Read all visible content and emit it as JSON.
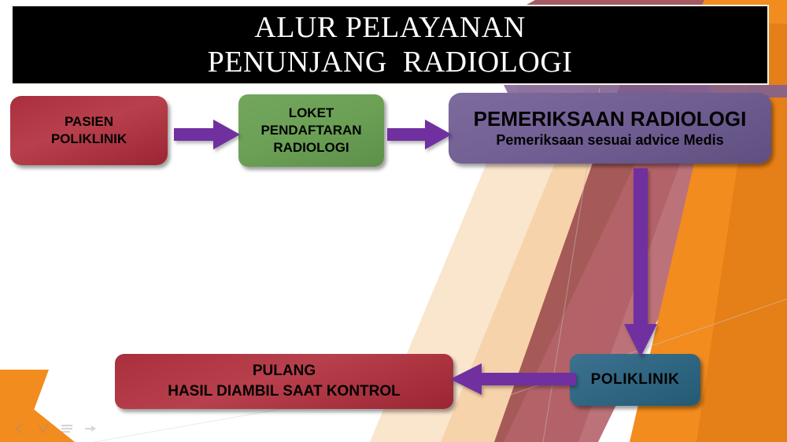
{
  "slide": {
    "title": {
      "line1": "ALUR PELAYANAN",
      "line2": "PENUNJANG  RADIOLOGI"
    },
    "background_colors": {
      "page": "#ffffff",
      "title_fill": "#000000",
      "title_border": "#f7f3ea",
      "title_text": "#ffffff",
      "orange": "#f28c1e",
      "orange_dark": "#e07b16",
      "mauve": "#a45a63",
      "brown_red": "#9d4f4f",
      "rose": "#b5636a",
      "peach": "#f7d3ab",
      "peach_light": "#fae5cd",
      "purple_band": "#7b5f96",
      "arrow_purple": "#7030a0"
    },
    "nodes": [
      {
        "id": "pasien",
        "lines": [
          "PASIEN",
          "POLIKLINIK"
        ],
        "color": "#a92f3c",
        "shape": "rounded-rectangle"
      },
      {
        "id": "loket",
        "lines": [
          "LOKET",
          "PENDAFTARAN",
          "RADIOLOGI"
        ],
        "color": "#6ba055",
        "shape": "rounded-rectangle"
      },
      {
        "id": "pemeriksaan",
        "lines": [
          "PEMERIKSAAN RADIOLOGI",
          "Pemeriksaan sesuai advice Medis"
        ],
        "color": "#6f5d91",
        "shape": "rounded-rectangle"
      },
      {
        "id": "poliklinik",
        "lines": [
          "POLIKLINIK"
        ],
        "color": "#2e6580",
        "shape": "rounded-rectangle"
      },
      {
        "id": "pulang",
        "lines": [
          "PULANG",
          "HASIL DIAMBIL SAAT KONTROL"
        ],
        "color": "#a92f3c",
        "shape": "rounded-rectangle"
      }
    ],
    "arrows": [
      {
        "id": "pasien-to-loket",
        "direction": "right",
        "color": "#7030a0"
      },
      {
        "id": "loket-to-pemeriksaan",
        "direction": "right",
        "color": "#7030a0"
      },
      {
        "id": "pemeriksaan-to-poliklinik",
        "direction": "down",
        "color": "#7030a0"
      },
      {
        "id": "poliklinik-to-pulang",
        "direction": "left",
        "color": "#7030a0"
      }
    ],
    "show_controls": [
      {
        "id": "previous",
        "icon": "left-arrow-icon"
      },
      {
        "id": "pointer",
        "icon": "pen-icon"
      },
      {
        "id": "menu",
        "icon": "menu-icon"
      },
      {
        "id": "next",
        "icon": "right-arrow-icon"
      }
    ]
  }
}
